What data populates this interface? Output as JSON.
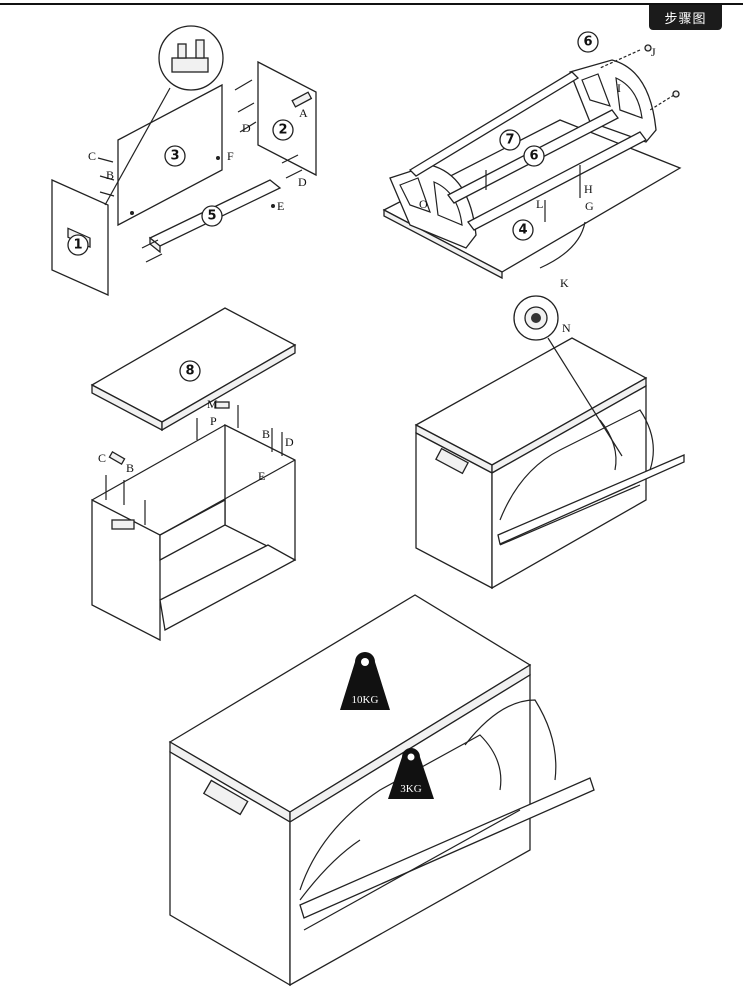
{
  "header": {
    "step_badge": "步骤图"
  },
  "steps": {
    "panel_1": "1",
    "panel_2": "2",
    "panel_3": "3",
    "panel_4": "4",
    "panel_5": "5",
    "panel_6a": "6",
    "panel_6b": "6",
    "panel_7": "7",
    "panel_8": "8"
  },
  "parts": {
    "a": "A",
    "b": "B",
    "c": "C",
    "d": "D",
    "e": "E",
    "f": "F",
    "g": "G",
    "h": "H",
    "i": "I",
    "j": "J",
    "k": "K",
    "l": "L",
    "m": "M",
    "n": "N",
    "o": "O",
    "p": "P"
  },
  "weights": {
    "top_load": "10KG",
    "flap_load": "3KG"
  }
}
